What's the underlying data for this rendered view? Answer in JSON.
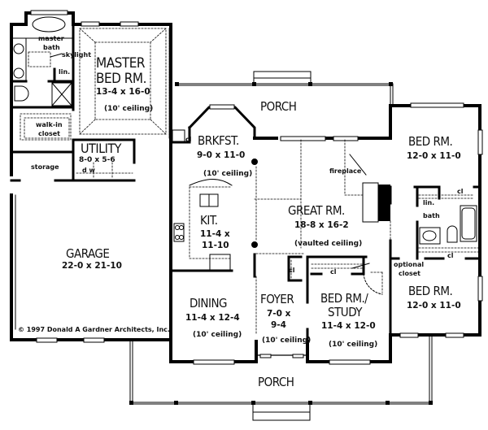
{
  "plan": {
    "rooms": [
      {
        "id": "master-bed",
        "name": "MASTER",
        "name2": "BED RM.",
        "dims": "13-4  x  16-0",
        "ceiling": "(10' ceiling)"
      },
      {
        "id": "utility",
        "name": "UTILITY",
        "dims": "8-0  x  5-6",
        "sub": "d        w"
      },
      {
        "id": "garage",
        "name": "GARAGE",
        "dims": "22-0  x  21-10"
      },
      {
        "id": "brkfst",
        "name": "BRKFST.",
        "dims": "9-0  x  11-0",
        "ceiling": "(10' ceiling)"
      },
      {
        "id": "kit",
        "name": "KIT.",
        "dims": "11-4  x",
        "dims2": "11-10"
      },
      {
        "id": "great-rm",
        "name": "GREAT RM.",
        "dims": "18-8  x  16-2",
        "ceiling": "(vaulted ceiling)"
      },
      {
        "id": "bed-rm-1",
        "name": "BED RM.",
        "dims": "12-0  x  11-0"
      },
      {
        "id": "bed-rm-2",
        "name": "BED RM.",
        "dims": "12-0  x  11-0"
      },
      {
        "id": "dining",
        "name": "DINING",
        "dims": "11-4  x  12-4",
        "ceiling": "(10' ceiling)"
      },
      {
        "id": "foyer",
        "name": "FOYER",
        "dims": "7-0  x",
        "dims2": "9-4",
        "ceiling": "(10' ceiling)"
      },
      {
        "id": "bed-study",
        "name": "BED RM./",
        "name2": "STUDY",
        "dims": "11-4  x  12-0",
        "ceiling": "(10' ceiling)"
      },
      {
        "id": "porch-rear",
        "name": "PORCH"
      },
      {
        "id": "porch-front",
        "name": "PORCH"
      }
    ],
    "notes": {
      "master_bath": "master",
      "master_bath2": "bath",
      "skylight": "skylight",
      "linen": "lin.",
      "walk_in": "walk-in",
      "walk_in2": "closet",
      "storage": "storage",
      "closet": "cl",
      "fireplace": "fireplace",
      "bath": "bath",
      "optional_closet": "optional",
      "optional_closet2": "closet"
    },
    "copyright": "© 1997   Donald A Gardner Architects, Inc."
  }
}
